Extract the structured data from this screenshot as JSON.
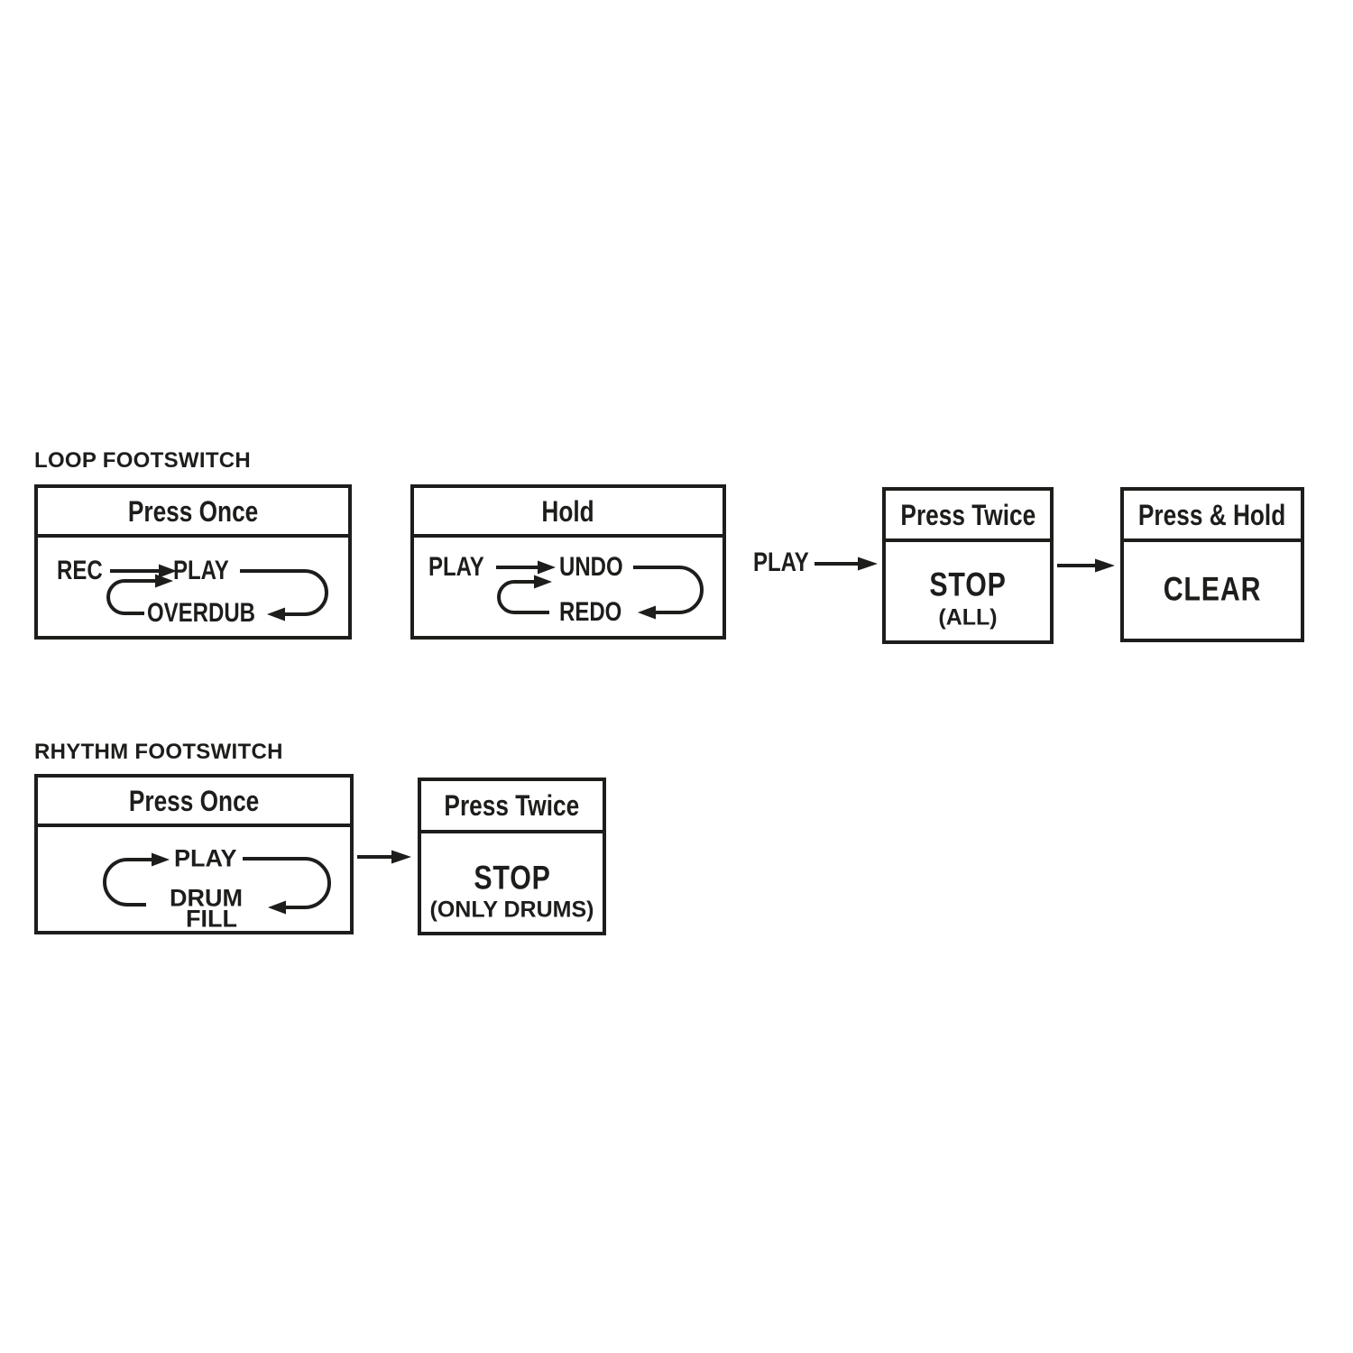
{
  "diagram": {
    "ink_color": "#1d1d1b",
    "loop": {
      "label": "LOOP FOOTSWITCH",
      "press_once": {
        "header": "Press Once",
        "rec": "REC",
        "play": "PLAY",
        "overdub": "OVERDUB"
      },
      "hold": {
        "header": "Hold",
        "play": "PLAY",
        "undo": "UNDO",
        "redo": "REDO"
      },
      "connector_play": "PLAY",
      "press_twice": {
        "header": "Press Twice",
        "action": "STOP",
        "qualifier": "(ALL)"
      },
      "press_hold": {
        "header": "Press & Hold",
        "action": "CLEAR"
      }
    },
    "rhythm": {
      "label": "RHYTHM FOOTSWITCH",
      "press_once": {
        "header": "Press Once",
        "play": "PLAY",
        "drum": "DRUM",
        "fill": "FILL"
      },
      "press_twice": {
        "header": "Press Twice",
        "action": "STOP",
        "qualifier": "(ONLY DRUMS)"
      }
    }
  }
}
